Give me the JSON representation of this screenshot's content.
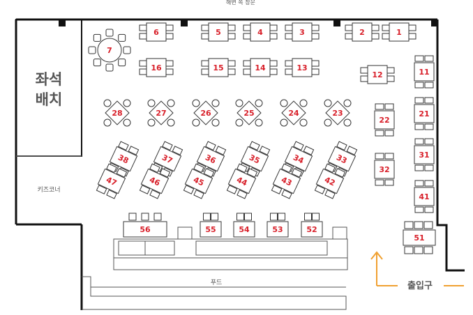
{
  "header": {
    "window_label": "해변 쪽 창문"
  },
  "sidebar": {
    "title_line1": "좌석",
    "title_line2": "배치"
  },
  "kids_corner": "키즈코너",
  "food": "푸드",
  "entrance": "출입구",
  "colors": {
    "accent_orange": "#f0a030",
    "number_red": "#d8202a",
    "wall": "#111111",
    "line": "#333333"
  },
  "icons": {
    "entrance_arrow": "arrow-up-icon"
  },
  "tables": {
    "t1": "1",
    "t2": "2",
    "t3": "3",
    "t4": "4",
    "t5": "5",
    "t6": "6",
    "t7": "7",
    "t11": "11",
    "t12": "12",
    "t13": "13",
    "t14": "14",
    "t15": "15",
    "t16": "16",
    "t21": "21",
    "t22": "22",
    "t23": "23",
    "t24": "24",
    "t25": "25",
    "t26": "26",
    "t27": "27",
    "t28": "28",
    "t31": "31",
    "t32": "32",
    "t33": "33",
    "t34": "34",
    "t35": "35",
    "t36": "36",
    "t37": "37",
    "t38": "38",
    "t41": "41",
    "t42": "42",
    "t43": "43",
    "t44": "44",
    "t45": "45",
    "t46": "46",
    "t47": "47",
    "t51": "51",
    "t52": "52",
    "t53": "53",
    "t54": "54",
    "t55": "55",
    "t56": "56"
  }
}
